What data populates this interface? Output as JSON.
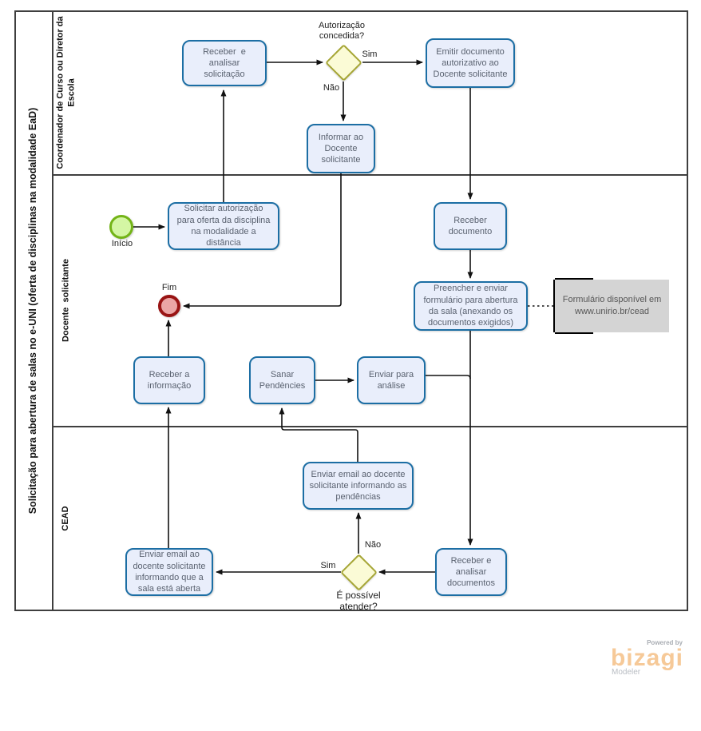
{
  "diagram": {
    "pool_title": "Solicitação para abertura de salas no e-UNI (oferta de disciplinas na modalidade EaD)",
    "lanes": [
      {
        "label": "Coordenador de Curso ou Diretor da Escola"
      },
      {
        "label": "Docente  solicitante"
      },
      {
        "label": "CEAD"
      }
    ]
  },
  "events": {
    "start_label": "Início",
    "end_label": "Fim"
  },
  "tasks": {
    "receber_analisar_solicitacao": "Receber  e analisar solicitação",
    "emitir_documento": "Emitir documento autorizativo ao Docente solicitante",
    "informar_docente": "Informar ao Docente solicitante",
    "solicitar_autorizacao": "Solicitar autorização para oferta da disciplina na modalidade a distância",
    "receber_documento": "Receber documento",
    "preencher_enviar": "Preencher e enviar formulário para abertura da sala (anexando os documentos exigidos)",
    "receber_informacao": "Receber a informação",
    "sanar_pendencias": "Sanar Pendències",
    "enviar_analise": "Enviar para análise",
    "enviar_email_pendencias": "Enviar email ao docente solicitante informando as pendências",
    "receber_analisar_documentos": "Receber e analisar documentos",
    "enviar_email_sala": "Enviar email ao docente solicitante informando que a sala está aberta"
  },
  "gateways": {
    "autorizacao": "Autorização concedida?",
    "possivel_atender": "É possível atender?"
  },
  "flow_labels": {
    "sim_top": "Sim",
    "nao_top": "Não",
    "sim_bottom": "Sim",
    "nao_bottom": "Não"
  },
  "annotation": {
    "text": "Formulário disponível em www.unirio.br/cead"
  },
  "logo": {
    "powered_by": "Powered by",
    "brand": "bizagi",
    "modeler": "Modeler"
  },
  "colors": {
    "task_border": "#1c6ea4",
    "task_fill": "#e9eefb",
    "gateway_border": "#a6a636",
    "gateway_fill": "#fbfbd6",
    "start_border": "#73b417",
    "start_fill": "#d4f6a4",
    "end_border": "#991414",
    "end_fill": "#eba5a5",
    "annotation_fill": "#d4d4d4",
    "line_color": "#111111",
    "brand_orange": "#f6c998"
  }
}
